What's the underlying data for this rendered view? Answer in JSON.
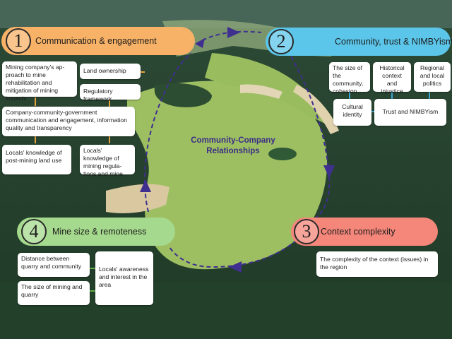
{
  "center_title": "Community-Company Relationships",
  "sections": [
    {
      "number": "1",
      "title": "Communication & engagement",
      "color": "#f7b267",
      "boxes": [
        "Mining company's ap-proach to mine rehabilitation and mitigation of mining impacts",
        "Land ownership",
        "Regulatory framework",
        "Company-community-government communication and engagement, information quality and transparency",
        "Locals' knowledge of post-mining land use",
        "Locals' knowledge of mining regula-tions and mine"
      ]
    },
    {
      "number": "2",
      "title": "Community, trust & NIMBYism",
      "color": "#5bc6ea",
      "boxes": [
        "The size of the community, cohesion",
        "Historical context and injustice",
        "Regional and local politics",
        "Cultural identity",
        "Trust and NIMBYism"
      ]
    },
    {
      "number": "3",
      "title": "Context complexity",
      "color": "#f4867a",
      "boxes": [
        "The complexity of the context (issues) in the region"
      ]
    },
    {
      "number": "4",
      "title": "Mine size & remoteness",
      "color": "#a5d98d",
      "boxes": [
        "Distance between quarry and community",
        "The size of mining and quarry",
        "Locals' awareness and interest in the area"
      ]
    }
  ],
  "colors": {
    "cycle_arrows": "#3f2f8f",
    "box_arrows": "#e7a33d",
    "box_arrows_blue": "#3aa6d6",
    "box_arrows_green": "#5fae4a"
  }
}
